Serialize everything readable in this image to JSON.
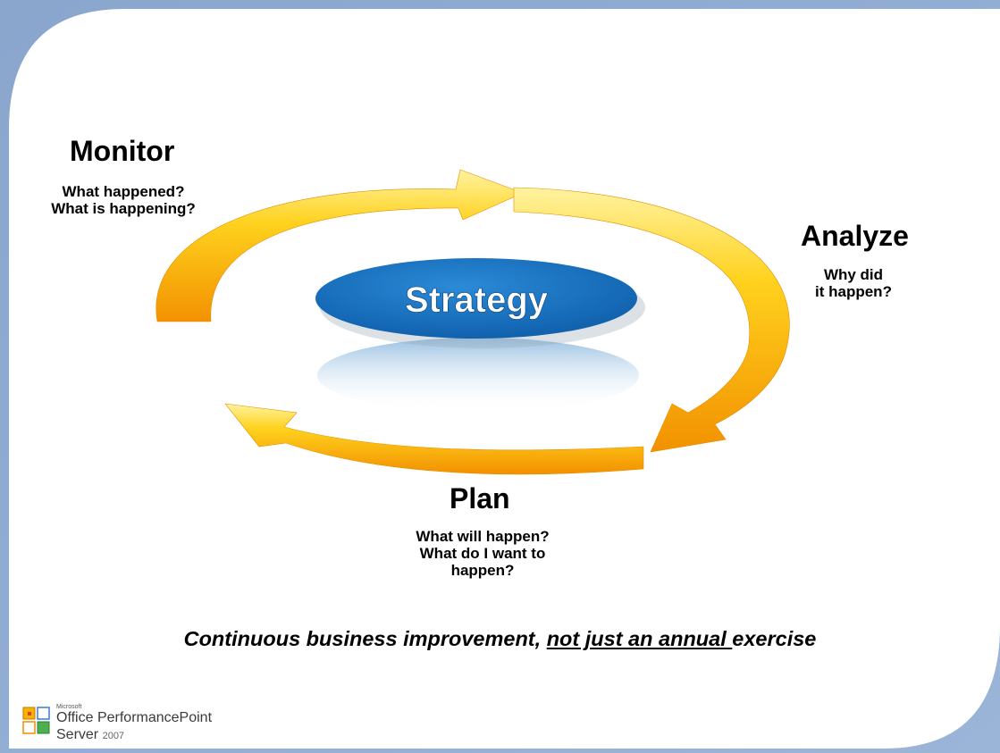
{
  "strategy": {
    "label": "Strategy"
  },
  "phases": {
    "monitor": {
      "title": "Monitor",
      "questions": [
        "What happened?",
        "What is happening?"
      ]
    },
    "analyze": {
      "title": "Analyze",
      "questions": [
        "Why did",
        "it happen?"
      ]
    },
    "plan": {
      "title": "Plan",
      "questions": [
        "What will happen?",
        "What do I want to",
        "happen?"
      ]
    }
  },
  "tagline": {
    "before": "Continuous business improvement, ",
    "emphasis": "not just an annual ",
    "after": "exercise"
  },
  "logo": {
    "small": "Microsoft",
    "product": "Office PerformancePoint",
    "server": "Server",
    "year": "2007"
  },
  "colors": {
    "frame": "#8da9cf",
    "ellipse": "#1a72bc",
    "arrow_light": "#ffd84a",
    "arrow_dark": "#f59c00"
  }
}
